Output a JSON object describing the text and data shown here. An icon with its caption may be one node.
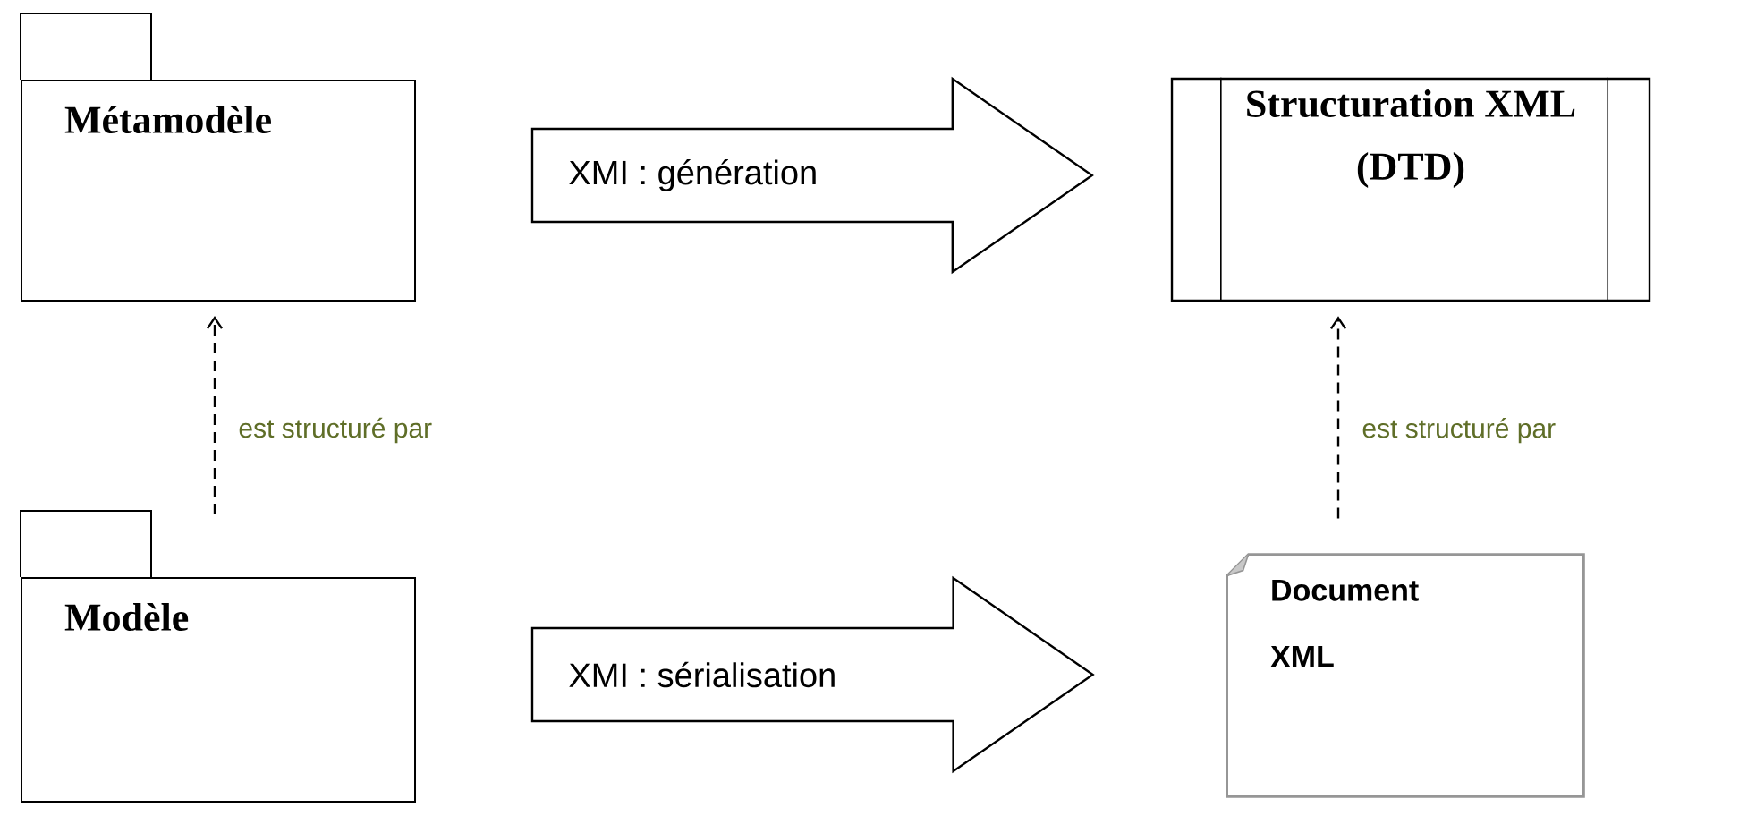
{
  "diagram": {
    "nodes": [
      {
        "text": [
          "Métamodèle"
        ]
      },
      {
        "text": [
          "Structuration XML (DTD)"
        ]
      },
      {
        "text": [
          "Modèle"
        ]
      },
      {
        "text": [
          "Document XML"
        ]
      }
    ],
    "edges": [
      {
        "from": 0,
        "to": 1,
        "arrow": "to",
        "label": "XMI : génération"
      },
      {
        "from": 2,
        "to": 3,
        "arrow": "to",
        "label": "XMI : sérialisation"
      },
      {
        "from": 2,
        "to": 0,
        "arrow": "to",
        "label": "est structuré par",
        "style": "dashed"
      },
      {
        "from": 3,
        "to": 1,
        "arrow": "to",
        "label": "est structuré par",
        "style": "dashed"
      }
    ]
  }
}
